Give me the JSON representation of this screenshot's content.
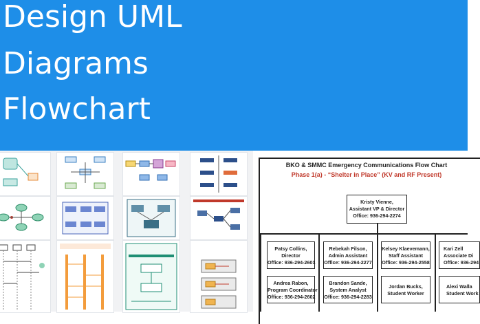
{
  "banner": {
    "line1": "Design UML",
    "line2": "Diagrams",
    "line3": "Flowchart"
  },
  "gallery": {
    "thumbnails": [
      "uml-diagram-1",
      "uml-diagram-2",
      "uml-diagram-3",
      "uml-diagram-4",
      "uml-diagram-5",
      "uml-diagram-6",
      "uml-diagram-7",
      "uml-diagram-8",
      "uml-diagram-9",
      "uml-diagram-10",
      "uml-diagram-11",
      "uml-diagram-12"
    ]
  },
  "flowchart": {
    "title": "BKO & SMMC Emergency Communications Flow Chart",
    "subtitle": "Phase 1(a) - “Shelter in Place” (KV and RF Present)",
    "top": {
      "name": "Kristy Vienne,",
      "role": "Assistant VP & Director",
      "office": "Office: 936-294-2274"
    },
    "row1": [
      {
        "name": "Patsy Collins,",
        "role": "Director",
        "office": "Office: 936-294-2601"
      },
      {
        "name": "Rebekah Filson,",
        "role": "Admin Assistant",
        "office": "Office: 936-294-2277"
      },
      {
        "name": "Kelsey Klaevemann,",
        "role": "Staff Assistant",
        "office": "Office: 936-294-2558"
      },
      {
        "name": "Kari Zell",
        "role": "Associate Di",
        "office": "Office: 936-294"
      }
    ],
    "row2": [
      {
        "name": "Andrea Rabon,",
        "role": "Program Coordinator",
        "office": "Office: 936-294-2602"
      },
      {
        "name": "Brandon Sande,",
        "role": "System Analyst",
        "office": "Office: 936-294-2283"
      },
      {
        "name": "Jordan Bucks,",
        "role": "Student Worker",
        "office": ""
      },
      {
        "name": "Alexi Walla",
        "role": "Student Work",
        "office": ""
      }
    ]
  },
  "colors": {
    "banner": "#1e8ee8",
    "subtitle": "#c0392b"
  }
}
